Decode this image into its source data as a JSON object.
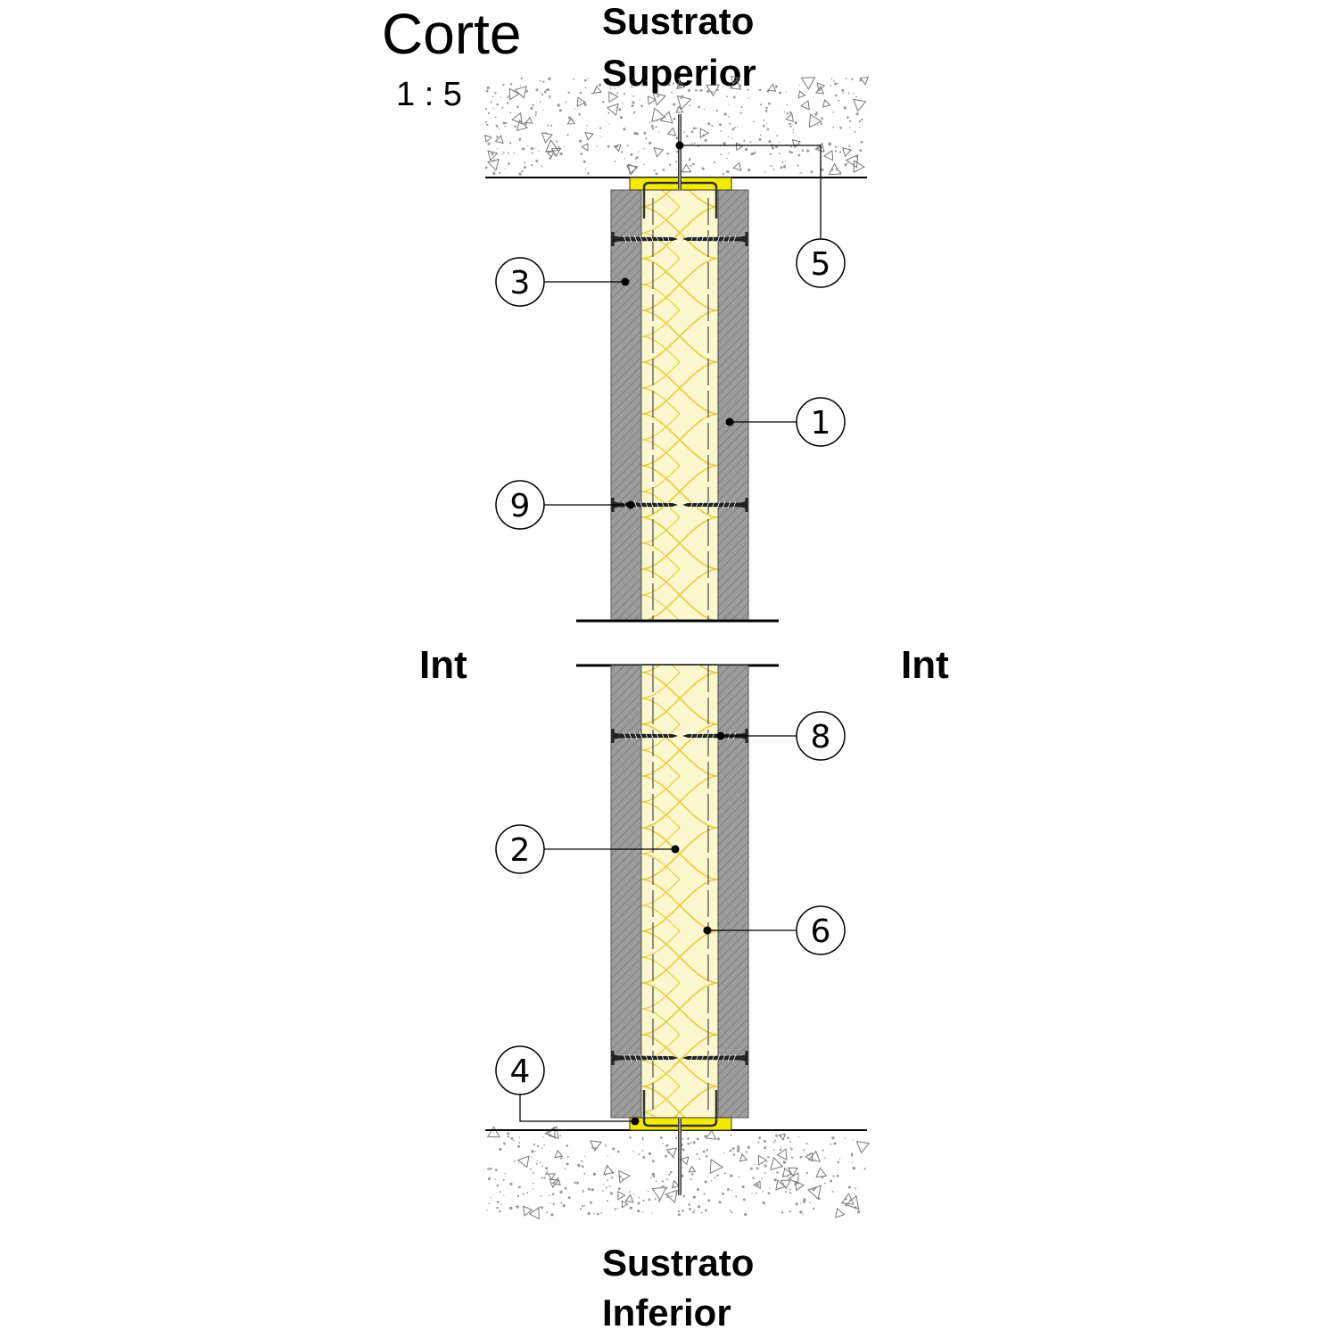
{
  "title": "Corte",
  "scale": "1 : 5",
  "labels": {
    "top_substrate_line1": "Sustrato",
    "top_substrate_line2": "Superior",
    "bottom_substrate_line1": "Sustrato",
    "bottom_substrate_line2": "Inferior",
    "left_side": "Int",
    "right_side": "Int"
  },
  "callouts": [
    {
      "id": "c1",
      "number": "1"
    },
    {
      "id": "c2",
      "number": "2"
    },
    {
      "id": "c3",
      "number": "3"
    },
    {
      "id": "c4",
      "number": "4"
    },
    {
      "id": "c5",
      "number": "5"
    },
    {
      "id": "c6",
      "number": "6"
    },
    {
      "id": "c8",
      "number": "8"
    },
    {
      "id": "c9",
      "number": "9"
    }
  ],
  "colors": {
    "board": "#999999",
    "insulation": "#fdf5c2",
    "insulation_wave": "#e8d23a",
    "track_tape": "#f2ea00",
    "concrete_speck": "#9a9a9a",
    "line": "#000000"
  }
}
